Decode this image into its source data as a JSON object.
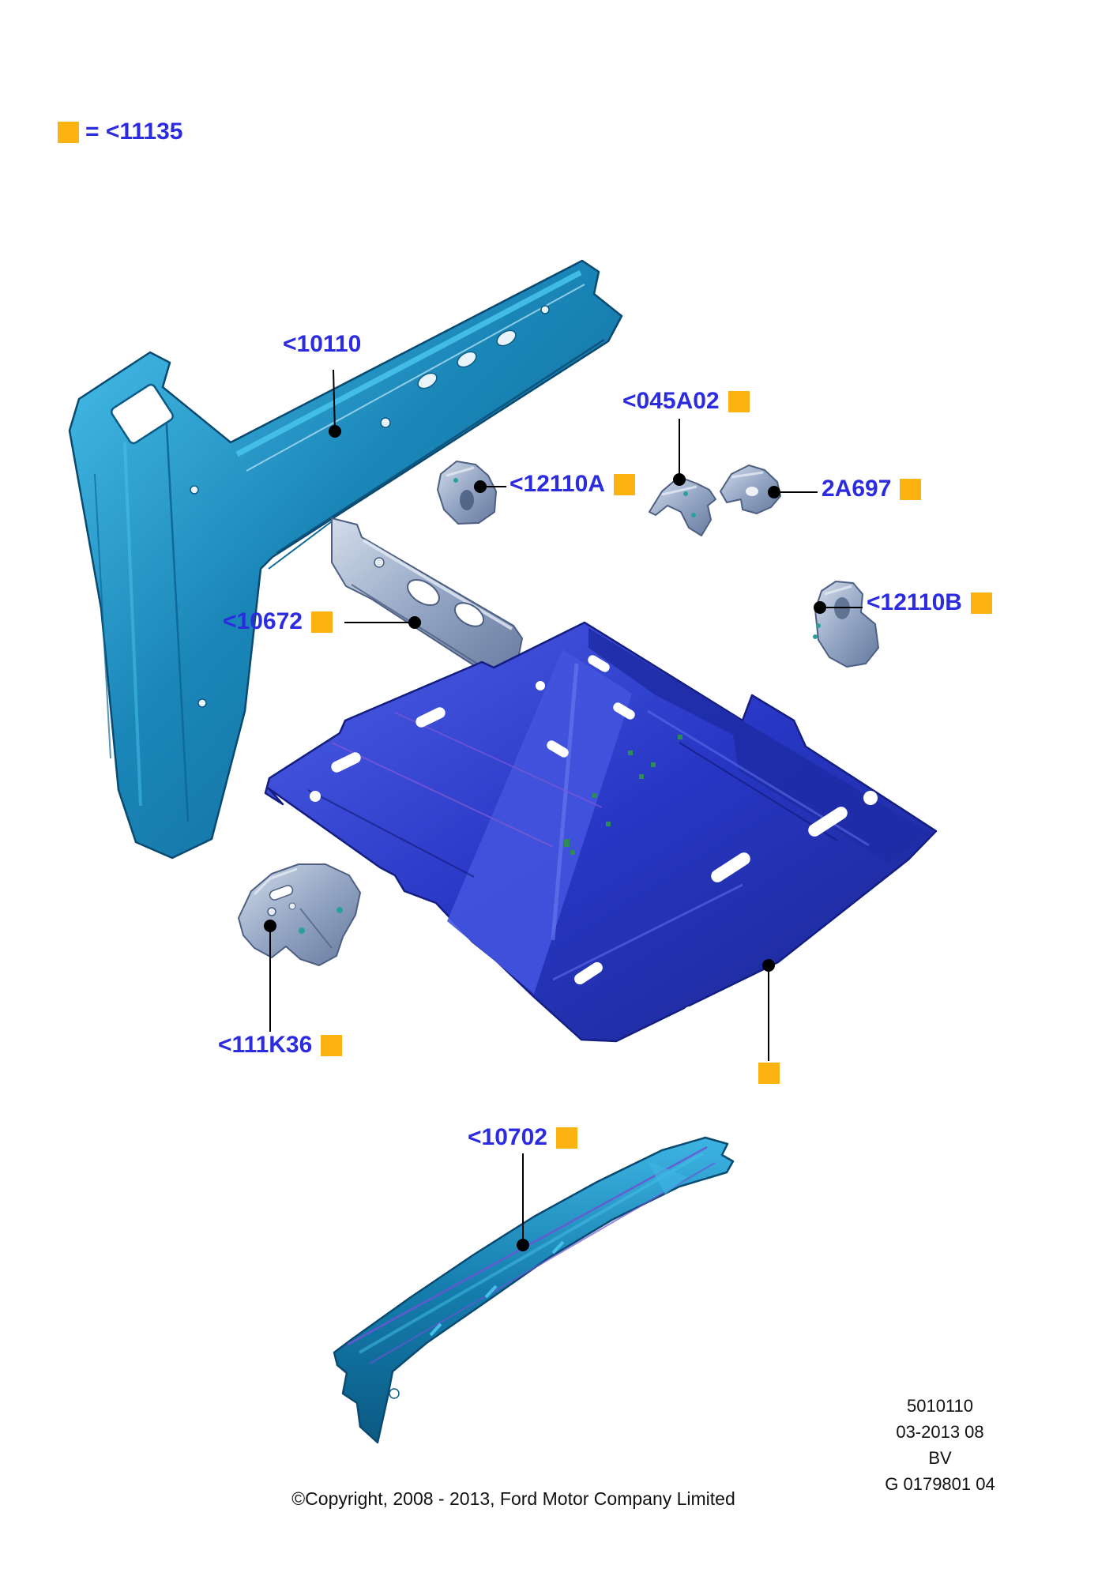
{
  "legend": {
    "text": "= <11135"
  },
  "callouts": [
    {
      "id": "10110",
      "text": "<10110"
    },
    {
      "id": "045A02",
      "text": "<045A02"
    },
    {
      "id": "12110A",
      "text": "<12110A"
    },
    {
      "id": "2A697",
      "text": "2A697"
    },
    {
      "id": "12110B",
      "text": "<12110B"
    },
    {
      "id": "10672",
      "text": "<10672"
    },
    {
      "id": "111K36",
      "text": "<111K36"
    },
    {
      "id": "10702",
      "text": "<10702"
    }
  ],
  "footer": {
    "doc_number": "5010110",
    "date_code": "03-2013 08",
    "revision": "BV",
    "drawing_number": "G 0179801 04",
    "copyright": "©Copyright, 2008 - 2013, Ford Motor Company Limited"
  },
  "colors": {
    "label_blue": "#2b2be0",
    "marker_orange": "#fcb311",
    "panel_teal": "#1a86b8",
    "floor_pan_blue": "#2737c4",
    "bracket_gray": "#94a6c4"
  }
}
